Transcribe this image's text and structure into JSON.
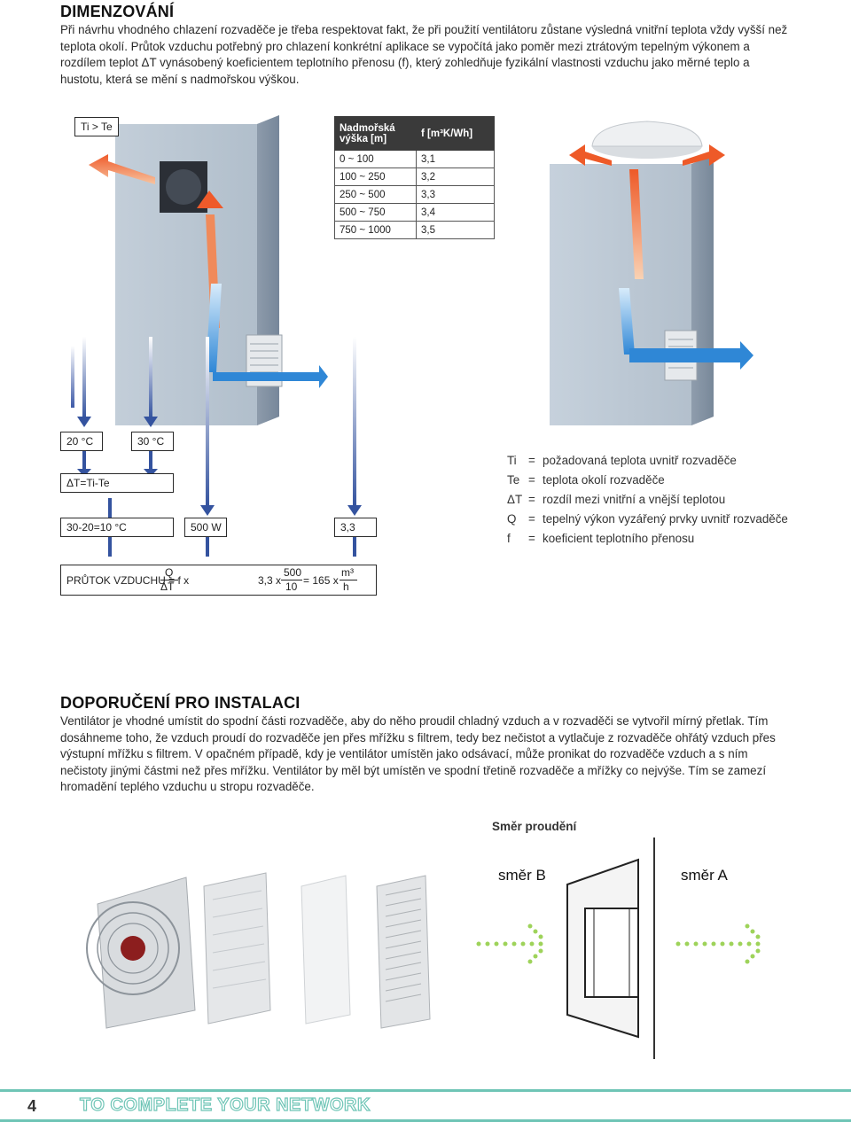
{
  "section1": {
    "title": "DIMENZOVÁNÍ",
    "paragraph": "Při návrhu vhodného chlazení rozvaděče je třeba respektovat fakt, že při použití ventilátoru zůstane výsledná vnitřní teplota vždy vyšší než teplota okolí. Průtok vzduchu potřebný pro chlazení konkrétní aplikace se vypočítá jako poměr mezi ztrátovým tepelným výkonem a rozdílem teplot ΔT vynásobený koeficientem teplotního přenosu (f), který zohledňuje fyzikální vlastnosti vzduchu jako měrné teplo a hustotu, která se mění s nadmořskou výškou."
  },
  "diagram": {
    "ti_te": "Ti > Te",
    "box_20": "20 °C",
    "box_30": "30 °C",
    "box_dt": "ΔT=Ti-Te",
    "box_calc": "30-20=10 °C",
    "box_500w": "500 W",
    "box_33": "3,3",
    "formula_left": "PRŮTOK VZDUCHU = f x",
    "formula_q": "Q",
    "formula_dt": "ΔT",
    "formula_mid": "3,3 x",
    "formula_500": "500",
    "formula_10": "10",
    "formula_eq": "= 165 x",
    "formula_m3": "m³",
    "formula_h": "h"
  },
  "altitude_table": {
    "header_alt": "Nadmořská výška [m]",
    "header_f": "f [m³K/Wh]",
    "rows": [
      {
        "alt": "0 ~ 100",
        "f": "3,1"
      },
      {
        "alt": "100 ~ 250",
        "f": "3,2"
      },
      {
        "alt": "250 ~ 500",
        "f": "3,3"
      },
      {
        "alt": "500 ~ 750",
        "f": "3,4"
      },
      {
        "alt": "750 ~ 1000",
        "f": "3,5"
      }
    ]
  },
  "legend": [
    {
      "sym": "Ti",
      "eq": "=",
      "desc": "požadovaná teplota uvnitř rozvaděče"
    },
    {
      "sym": "Te",
      "eq": "=",
      "desc": "teplota okolí rozvaděče"
    },
    {
      "sym": "ΔT",
      "eq": "=",
      "desc": "rozdíl mezi vnitřní a vnější teplotou"
    },
    {
      "sym": "Q",
      "eq": "=",
      "desc": "tepelný výkon vyzářený prvky uvnitř rozvaděče"
    },
    {
      "sym": "f",
      "eq": "=",
      "desc": "koeficient teplotního přenosu"
    }
  ],
  "section2": {
    "title": "DOPORUČENÍ PRO INSTALACI",
    "paragraph": "Ventilátor je vhodné umístit do spodní části rozvaděče, aby do něho proudil chladný vzduch a v rozvaděči se vytvořil mírný přetlak. Tím dosáhneme toho, že vzduch proudí do rozvaděče jen přes mřížku s filtrem, tedy bez nečistot a vytlačuje z rozvaděče ohřátý vzduch přes výstupní mřížku s filtrem. V opačném případě, kdy je ventilátor umístěn jako odsávací, může pronikat do rozvaděče vzduch a s ním nečistoty jinými částmi než přes mřížku. Ventilátor by měl být umístěn ve spodní třetině rozvaděče a mřížky co nejvýše. Tím se zamezí hromadění teplého vzduchu u stropu rozvaděče."
  },
  "flow": {
    "title": "Směr proudění",
    "dir_b": "směr B",
    "dir_a": "směr A"
  },
  "footer": {
    "page": "4",
    "slogan": "TO COMPLETE YOUR NETWORK"
  },
  "colors": {
    "accent": "#6fc5b6",
    "hot_arrow": "#f06a3a",
    "cold_arrow": "#3a8fd8",
    "flow_arrow": "#9ed35a",
    "cabinet": "#c9d3dd"
  }
}
